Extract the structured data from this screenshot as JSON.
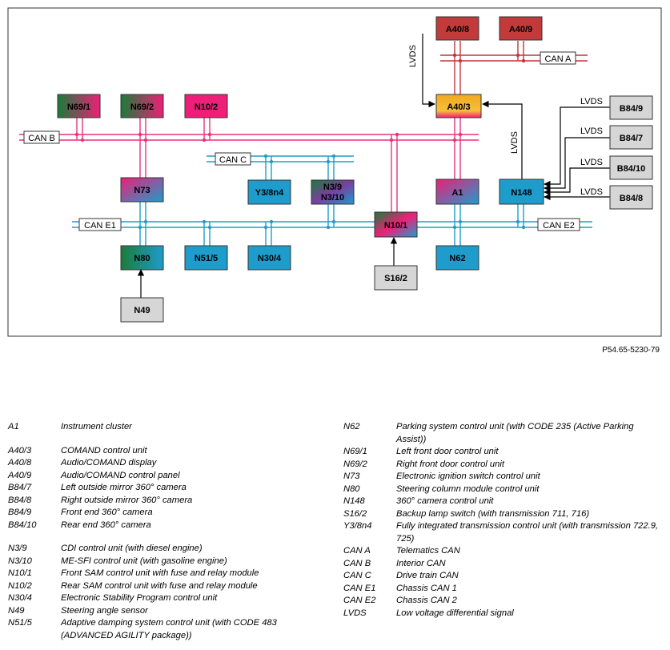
{
  "diagram": {
    "reference": "P54.65-5230-79",
    "buses": {
      "can_a": "CAN A",
      "can_b": "CAN B",
      "can_c": "CAN C",
      "can_e1": "CAN E1",
      "can_e2": "CAN E2"
    },
    "lvds_label": "LVDS",
    "nodes": {
      "a40_8": "A40/8",
      "a40_9": "A40/9",
      "a40_3": "A40/3",
      "n69_1": "N69/1",
      "n69_2": "N69/2",
      "n10_2": "N10/2",
      "n73": "N73",
      "y3_8n4": "Y3/8n4",
      "n3_9": "N3/9",
      "n3_10": "N3/10",
      "a1": "A1",
      "n148": "N148",
      "b84_9": "B84/9",
      "b84_7": "B84/7",
      "b84_10": "B84/10",
      "b84_8": "B84/8",
      "n10_1": "N10/1",
      "n80": "N80",
      "n51_5": "N51/5",
      "n30_4": "N30/4",
      "n62": "N62",
      "s16_2": "S16/2",
      "n49": "N49"
    },
    "colors": {
      "can_pink": "#e8327a",
      "can_pink_dark": "#9c1c4e",
      "can_cyan": "#1aa0c8",
      "can_red": "#c0373a",
      "box_cyan": "#1e9ccc",
      "box_magenta": "#ee1f78",
      "box_red": "#c23a3a",
      "box_green": "#1b7b3a",
      "box_purple": "#7a3fa0",
      "box_grey": "#d6d6d6",
      "box_orange": "#f2a71e",
      "box_border": "#333333"
    }
  },
  "legend": {
    "left": [
      {
        "code": "A1",
        "desc": "Instrument cluster"
      },
      {
        "gap": true
      },
      {
        "code": "A40/3",
        "desc": "COMAND control unit"
      },
      {
        "code": "A40/8",
        "desc": "Audio/COMAND display"
      },
      {
        "code": "A40/9",
        "desc": "Audio/COMAND control panel"
      },
      {
        "code": "B84/7",
        "desc": "Left outside mirror 360° camera"
      },
      {
        "code": "B84/8",
        "desc": "Right outside mirror 360° camera"
      },
      {
        "code": "B84/9",
        "desc": "Front end 360° camera"
      },
      {
        "code": "B84/10",
        "desc": "Rear end 360° camera"
      },
      {
        "gap": true
      },
      {
        "code": "N3/9",
        "desc": "CDI control unit (with diesel engine)"
      },
      {
        "code": "N3/10",
        "desc": "ME-SFI control unit (with gasoline engine)"
      },
      {
        "code": "N10/1",
        "desc": "Front SAM control unit with fuse and relay module"
      },
      {
        "code": "N10/2",
        "desc": "Rear SAM control unit with fuse and relay module"
      },
      {
        "code": "N30/4",
        "desc": "Electronic Stability Program control unit"
      },
      {
        "code": "N49",
        "desc": "Steering angle sensor"
      },
      {
        "code": "N51/5",
        "desc": "Adaptive damping system control unit (with CODE 483 (ADVANCED AGILITY package))"
      }
    ],
    "right": [
      {
        "code": "N62",
        "desc": "Parking system control unit (with CODE 235 (Active Parking Assist))"
      },
      {
        "code": "N69/1",
        "desc": "Left front door control unit"
      },
      {
        "code": "N69/2",
        "desc": "Right front door control unit"
      },
      {
        "code": "N73",
        "desc": "Electronic ignition switch control unit"
      },
      {
        "code": "N80",
        "desc": "Steering column module control unit"
      },
      {
        "code": "N148",
        "desc": "360° camera control unit"
      },
      {
        "code": "S16/2",
        "desc": "Backup lamp switch (with transmission 711, 716)"
      },
      {
        "code": "Y3/8n4",
        "desc": "Fully integrated transmission control unit (with transmission 722.9, 725)"
      },
      {
        "code": "CAN A",
        "desc": "Telematics CAN"
      },
      {
        "code": "CAN B",
        "desc": "Interior CAN"
      },
      {
        "code": "CAN C",
        "desc": "Drive train CAN"
      },
      {
        "code": "CAN E1",
        "desc": "Chassis CAN 1"
      },
      {
        "code": "CAN E2",
        "desc": "Chassis CAN 2"
      },
      {
        "code": "LVDS",
        "desc": "Low voltage differential signal"
      }
    ]
  }
}
